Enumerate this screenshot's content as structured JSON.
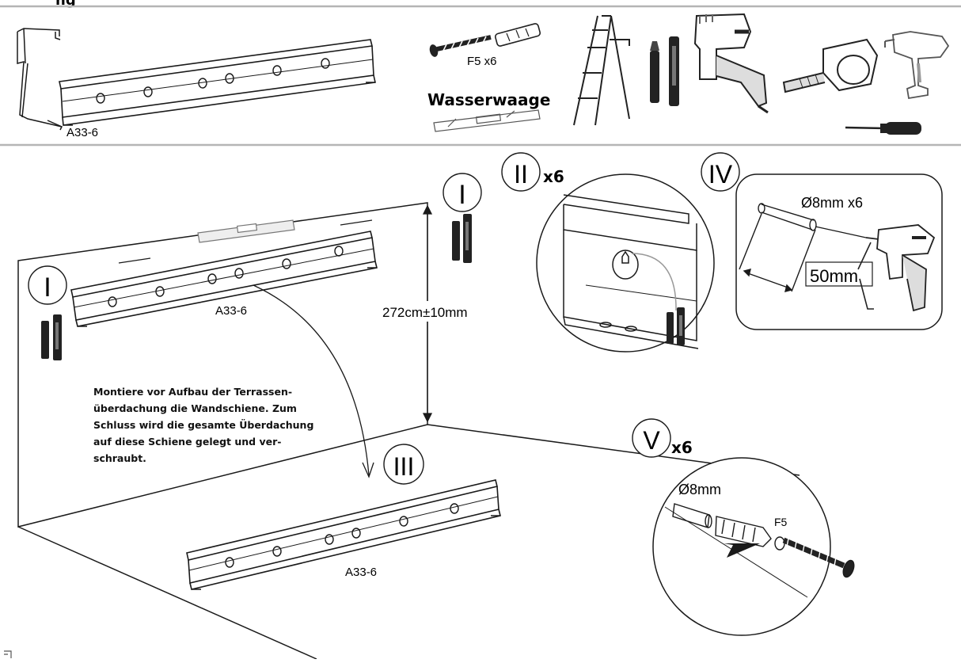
{
  "header": {
    "title_fragment": "ng",
    "part_label": "A33-6",
    "screw_kit_label": "F5 x6",
    "level_tool_label": "Wasserwaage"
  },
  "tools": [
    {
      "name": "screw-anchor-icon"
    },
    {
      "name": "spirit-level-icon"
    },
    {
      "name": "ladder-icon"
    },
    {
      "name": "marker-pens-icon"
    },
    {
      "name": "hammer-drill-icon"
    },
    {
      "name": "tape-measure-icon"
    },
    {
      "name": "cordless-drill-icon"
    },
    {
      "name": "screwdriver-icon"
    }
  ],
  "steps": {
    "step1": "I",
    "step2": "II",
    "step2_count": "x6",
    "step3": "III",
    "step4": "IV",
    "step5": "V",
    "step5_count": "x6"
  },
  "dimensions": {
    "height": "272cm±10mm",
    "drill_diameter_count": "Ø8mm  x6",
    "drill_depth": "50mm",
    "anchor_diameter": "Ø8mm",
    "screw_label": "F5"
  },
  "rail_labels": {
    "wall_rail": "A33-6",
    "floor_rail": "A33-6"
  },
  "instruction_lines": [
    "Montiere vor Aufbau der Terrassen-",
    "überdachung die Wandschiene. Zum",
    "Schluss wird die gesamte Überdachung",
    "auf diese Schiene gelegt und ver-",
    "schraubt."
  ],
  "colors": {
    "line": "#1a1a1a",
    "separator": "#b5b5b5",
    "tool_dark": "#222222",
    "tool_mid": "#8a8a8a"
  }
}
